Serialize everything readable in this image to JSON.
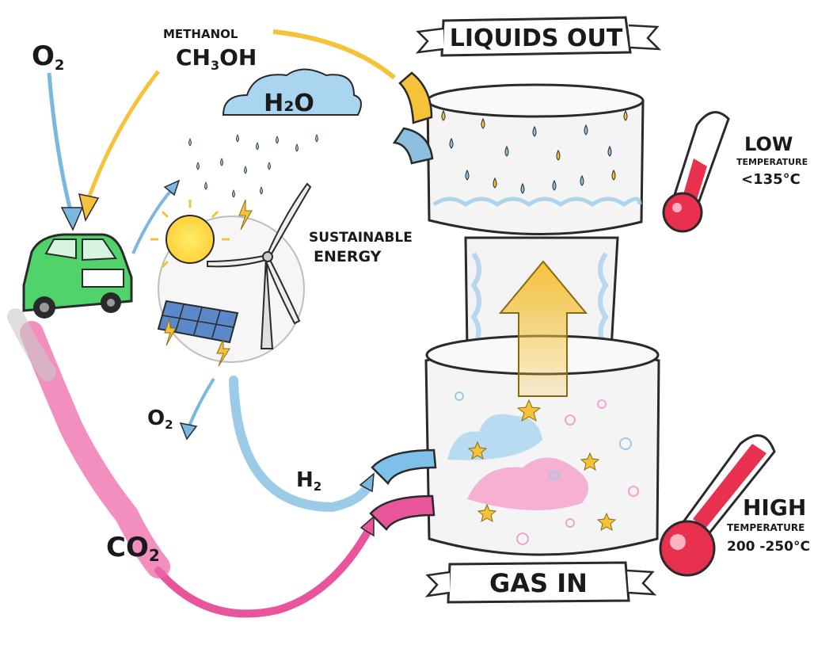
{
  "banners": {
    "top": "LIQUIDS OUT",
    "bottom": "GAS IN"
  },
  "labels": {
    "o2_top": "O",
    "o2_top_sub": "2",
    "methanol_name": "METHANOL",
    "methanol_formula_a": "CH",
    "methanol_formula_sub": "3",
    "methanol_formula_b": "OH",
    "h2o": "H₂O",
    "sustainable_line1": "SUSTAINABLE",
    "sustainable_line2": "ENERGY",
    "o2_mid": "O",
    "o2_mid_sub": "2",
    "h2": "H",
    "h2_sub": "2",
    "co2": "CO",
    "co2_sub": "2"
  },
  "low_temp": {
    "title": "LOW",
    "subtitle": "TEMPERATURE",
    "value": "<135°C"
  },
  "high_temp": {
    "title": "HIGH",
    "subtitle": "TEMPERATURE",
    "value": "200 -250°C"
  },
  "colors": {
    "oxygen_blue": "#7ab8e0",
    "methanol_yellow": "#f5c23a",
    "co2_pink": "#e8559a",
    "car_green": "#4fd36a",
    "thermo_red": "#e8304f",
    "reactor_grey": "#f2f2f2",
    "ink": "#1a1a1a"
  }
}
